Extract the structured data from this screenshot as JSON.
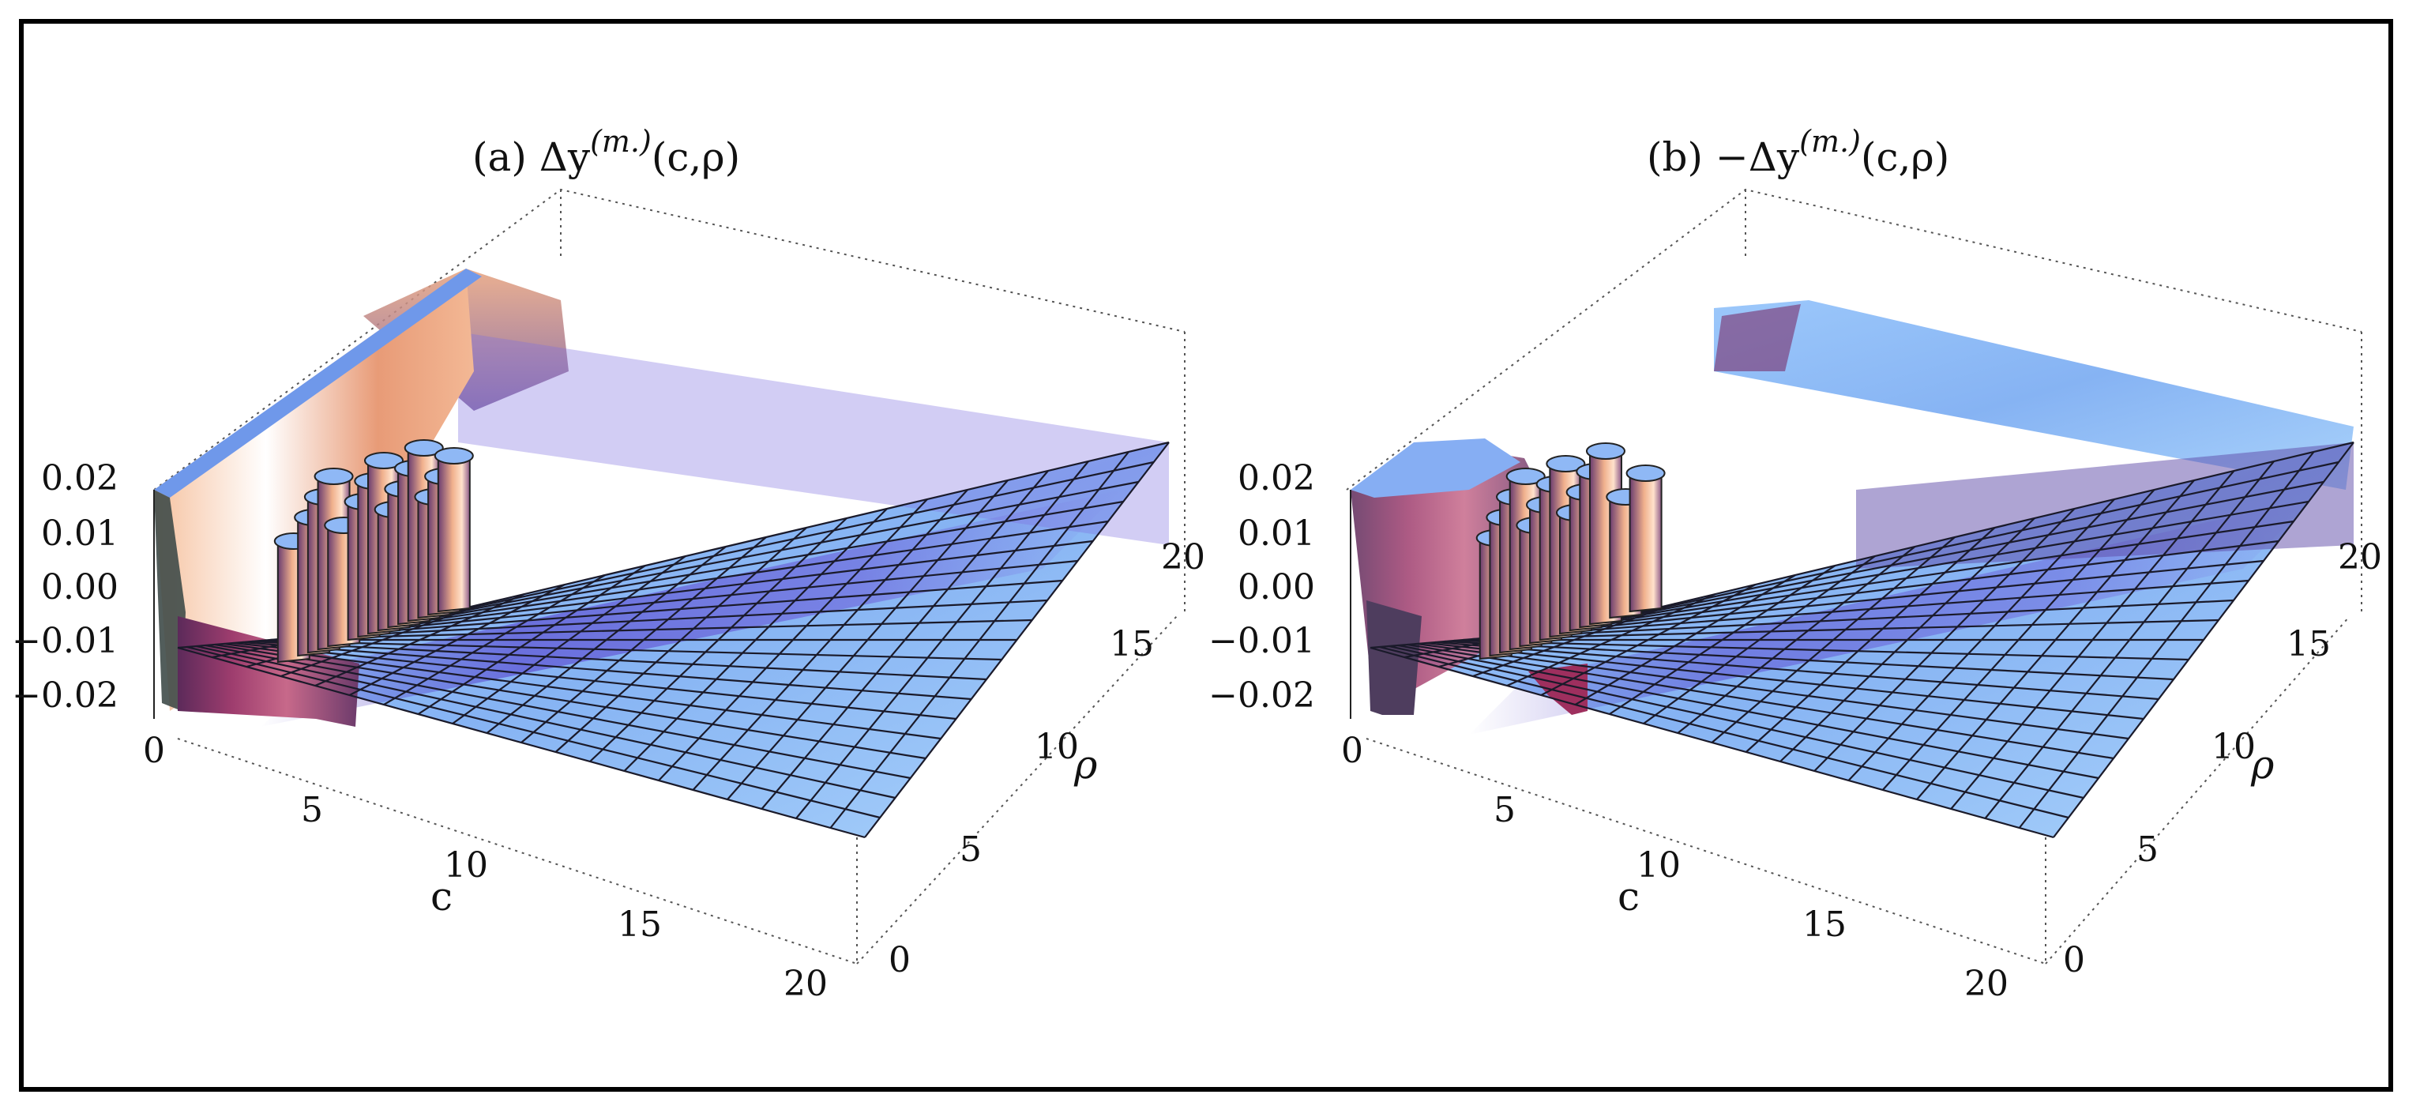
{
  "chart_data": [
    {
      "type": "surface3d",
      "title": "(a) Δy(m.)(c,ρ)",
      "title_parts": {
        "prefix": "(a) Δy",
        "sup": "(m.)",
        "suffix": "(c,ρ)"
      },
      "xlabel": "c",
      "ylabel": "ρ",
      "zlabel": "",
      "xlim": [
        0,
        20
      ],
      "ylim": [
        0,
        20
      ],
      "zlim": [
        -0.02,
        0.02
      ],
      "x_ticks": [
        "0",
        "5",
        "10",
        "15",
        "20"
      ],
      "y_ticks": [
        "0",
        "5",
        "10",
        "15",
        "20"
      ],
      "z_ticks": [
        "0.02",
        "0.01",
        "0.00",
        "−0.01",
        "−0.02"
      ],
      "grid": true,
      "spikes_rho": [
        3,
        5,
        6,
        7,
        8,
        10,
        11,
        12,
        13,
        14,
        15,
        16,
        17,
        18,
        19
      ],
      "colors": {
        "low": "#6b5bd6",
        "mid": "#8fb8f5",
        "high": "#f2b38c",
        "wall": "#e9a07a",
        "deep": "#7a2f6a"
      }
    },
    {
      "type": "surface3d",
      "title": "(b) −Δy(m.)(c,ρ)",
      "title_parts": {
        "prefix": "(b) −Δy",
        "sup": "(m.)",
        "suffix": "(c,ρ)"
      },
      "xlabel": "c",
      "ylabel": "ρ",
      "zlabel": "",
      "xlim": [
        0,
        20
      ],
      "ylim": [
        0,
        20
      ],
      "zlim": [
        -0.02,
        0.02
      ],
      "x_ticks": [
        "0",
        "5",
        "10",
        "15",
        "20"
      ],
      "y_ticks": [
        "0",
        "5",
        "10",
        "15",
        "20"
      ],
      "z_ticks": [
        "0.02",
        "0.01",
        "0.00",
        "−0.01",
        "−0.02"
      ],
      "grid": true,
      "spikes_rho": [
        4,
        5,
        6,
        7,
        8,
        9,
        10,
        11,
        12,
        13,
        14,
        15,
        17,
        19
      ],
      "colors": {
        "low": "#6b5bd6",
        "mid": "#8fb8f5",
        "high": "#f2b38c",
        "wall": "#e9a07a",
        "deep": "#7a2f6a"
      }
    }
  ]
}
